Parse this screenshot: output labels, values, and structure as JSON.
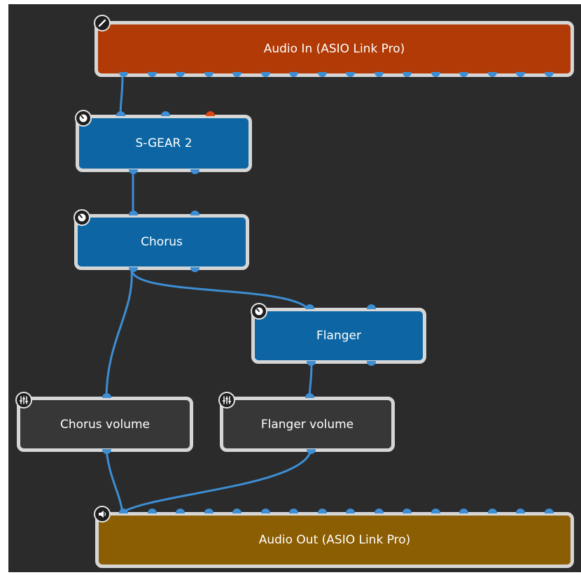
{
  "graph": {
    "background": "#2b2b2b",
    "wire_color": "#3d8ed3",
    "nodes": {
      "audio_in": {
        "label": "Audio In (ASIO Link Pro)",
        "icon": "edit-icon",
        "color": "#b13a06"
      },
      "sgear": {
        "label": "S-GEAR 2",
        "icon": "knob-icon",
        "color": "#0d66a3"
      },
      "chorus": {
        "label": "Chorus",
        "icon": "knob-icon",
        "color": "#0d66a3"
      },
      "flanger": {
        "label": "Flanger",
        "icon": "knob-icon",
        "color": "#0d66a3"
      },
      "chorus_volume": {
        "label": "Chorus volume",
        "icon": "mixer-icon",
        "color": "#373737"
      },
      "flanger_volume": {
        "label": "Flanger volume",
        "icon": "mixer-icon",
        "color": "#373737"
      },
      "audio_out": {
        "label": "Audio Out (ASIO Link Pro)",
        "icon": "speaker-icon",
        "color": "#8c5e03"
      }
    },
    "connections": [
      {
        "from": "Audio In (ASIO Link Pro)",
        "to": "S-GEAR 2"
      },
      {
        "from": "S-GEAR 2",
        "to": "Chorus"
      },
      {
        "from": "Chorus",
        "to": "Flanger"
      },
      {
        "from": "Chorus",
        "to": "Chorus volume"
      },
      {
        "from": "Flanger",
        "to": "Flanger volume"
      },
      {
        "from": "Chorus volume",
        "to": "Audio Out (ASIO Link Pro)"
      },
      {
        "from": "Flanger volume",
        "to": "Audio Out (ASIO Link Pro)"
      }
    ]
  }
}
